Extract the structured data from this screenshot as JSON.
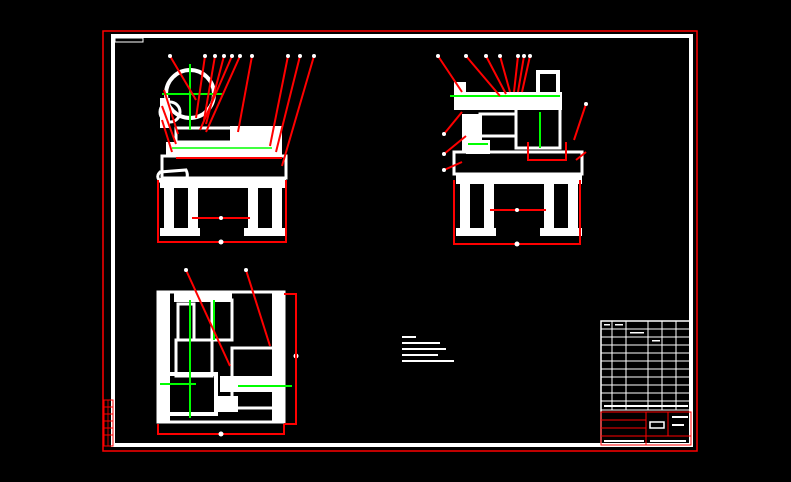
{
  "drawing": {
    "type": "cad-assembly-drawing",
    "background": "#000000",
    "colors": {
      "sheet_border": "#ff0000",
      "frame": "#ffffff",
      "part_outline": "#ffffff",
      "leader": "#ff0000",
      "centerline": "#00ff00",
      "dimension": "#ff0000"
    },
    "views": [
      "front-view",
      "side-view",
      "top-view"
    ],
    "notes_block": "technical-requirements",
    "title_block": "title-block-table",
    "revision_strip": "left-margin-revision-strip"
  }
}
